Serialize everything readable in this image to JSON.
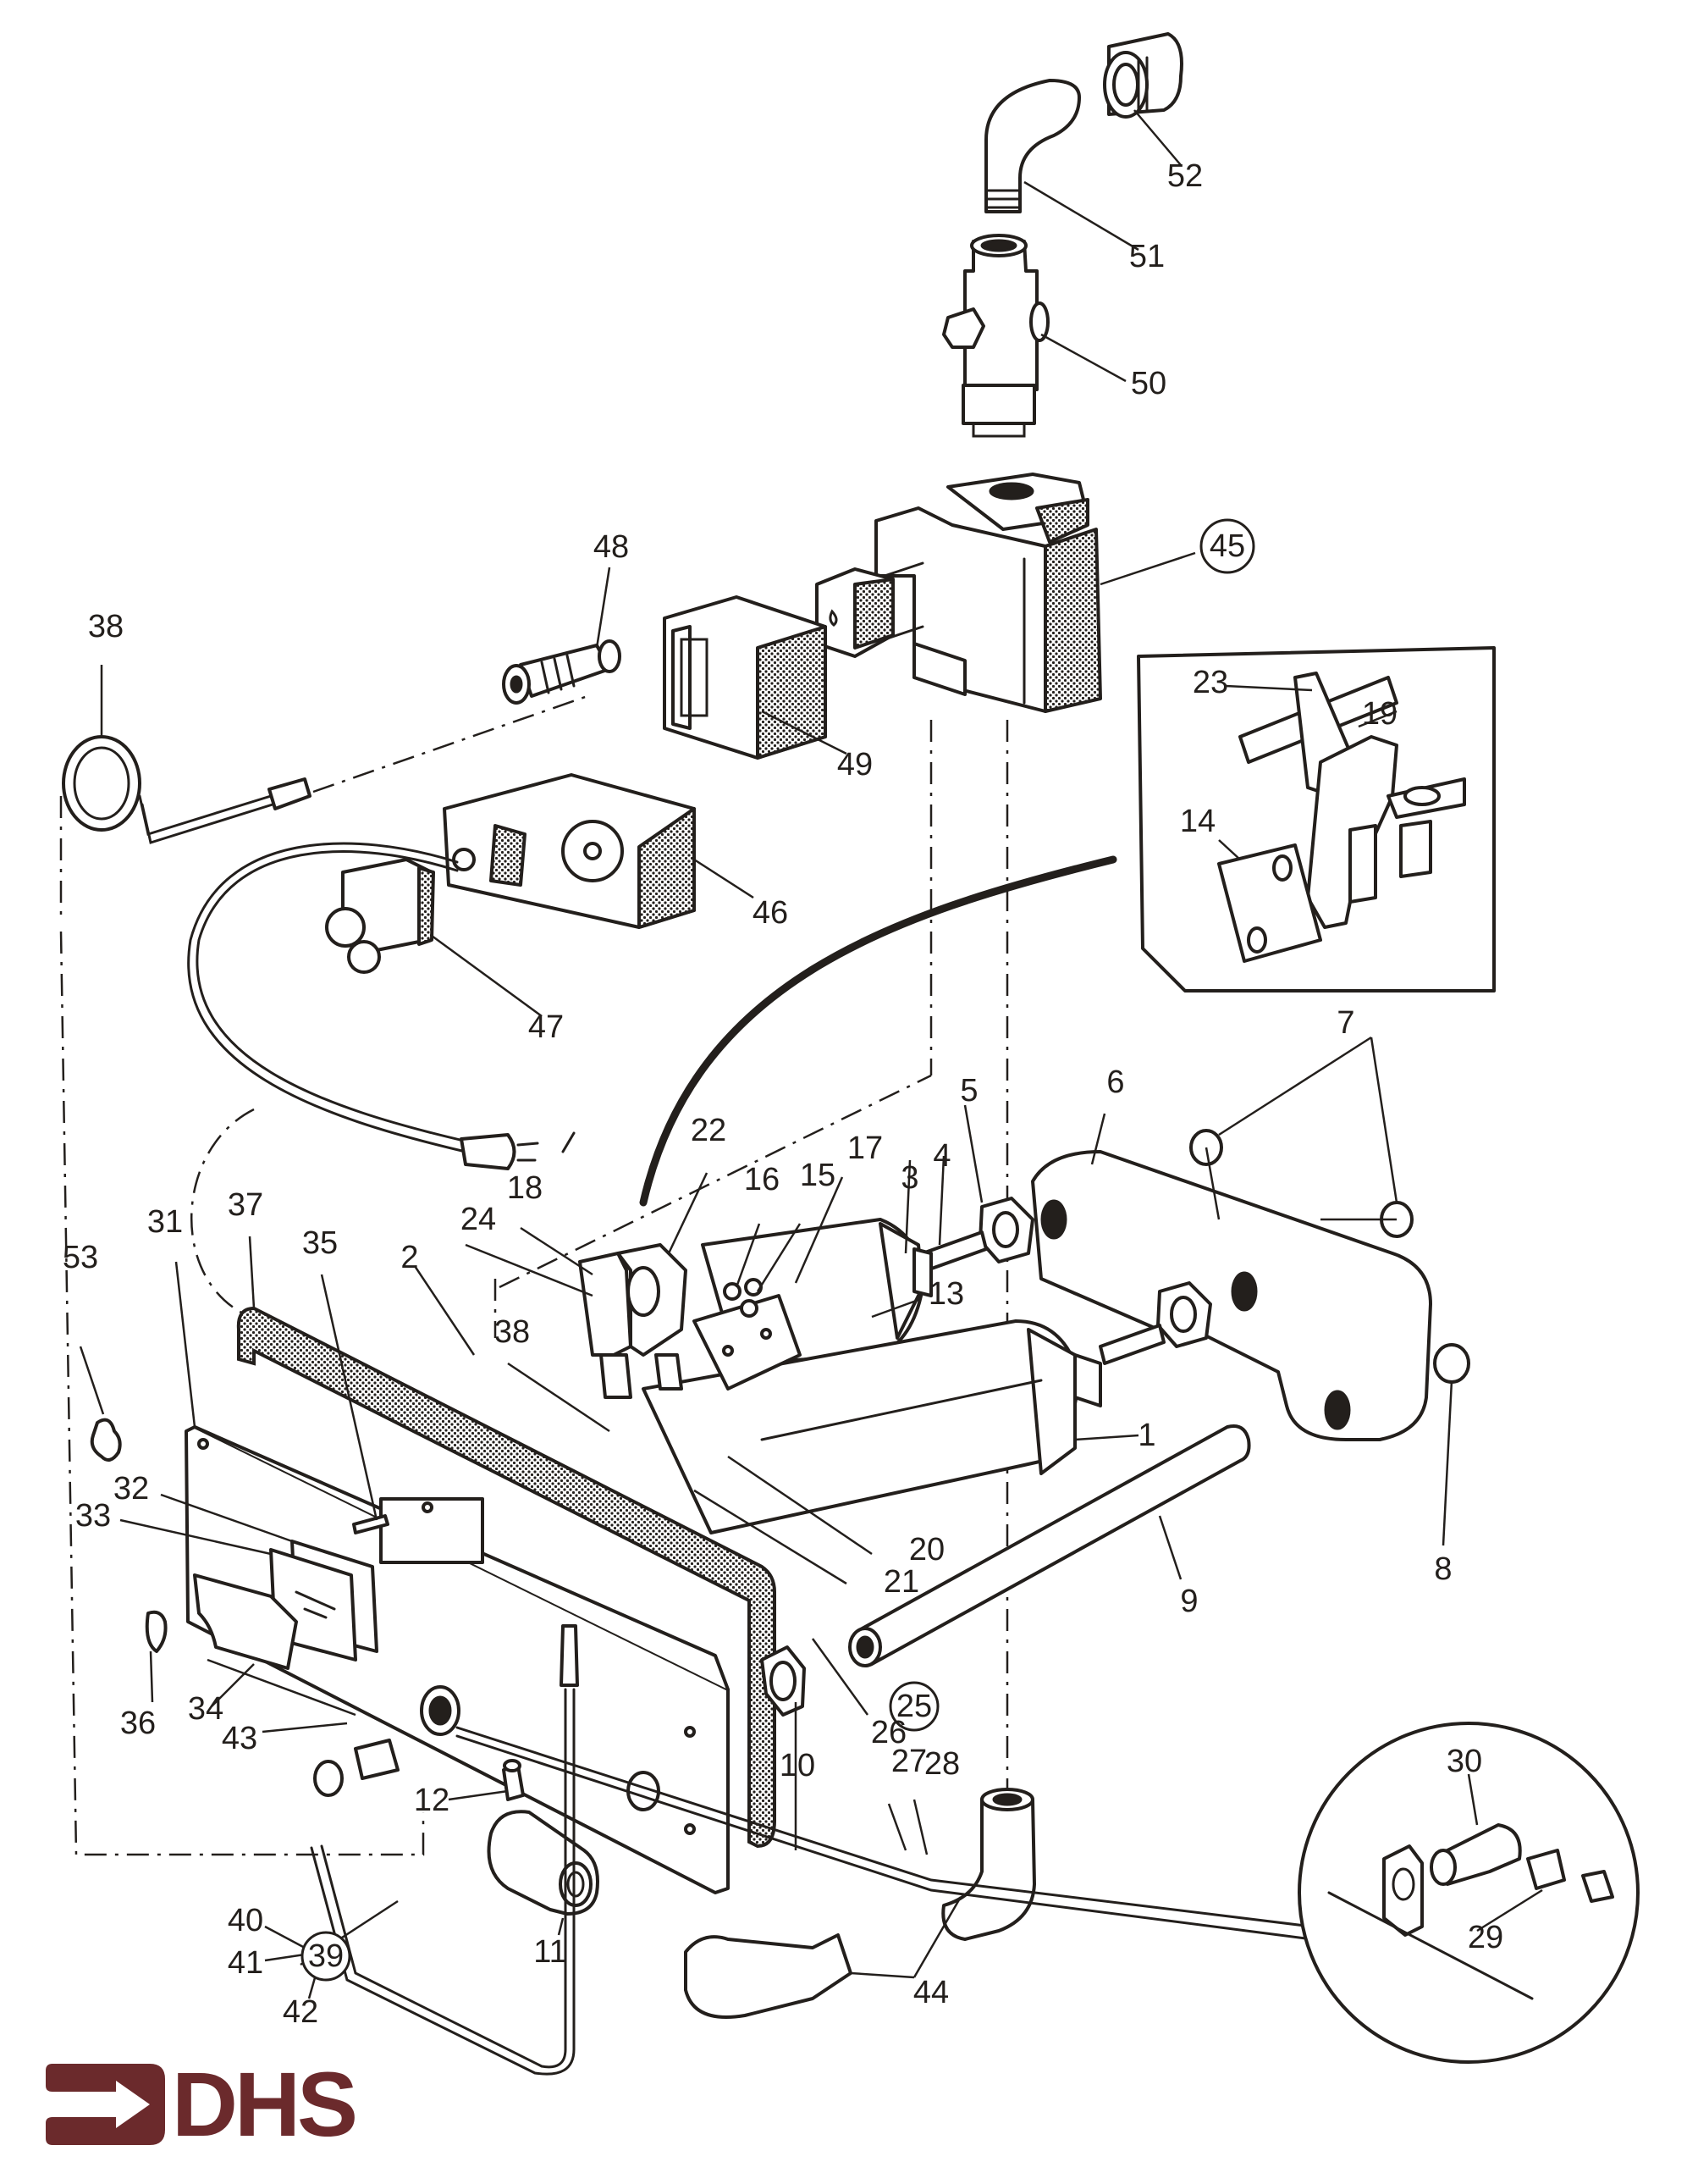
{
  "document": {
    "type": "exploded parts diagram",
    "subject": "gas burner / control valve assembly"
  },
  "brand": {
    "name": "DHS",
    "color": "#6b2a2c"
  },
  "colors": {
    "ink": "#231f1c",
    "paper": "#ffffff"
  },
  "parts": [
    {
      "id": "1",
      "label": "1",
      "circled": false
    },
    {
      "id": "2",
      "label": "2",
      "circled": false
    },
    {
      "id": "3",
      "label": "3",
      "circled": false
    },
    {
      "id": "4",
      "label": "4",
      "circled": false
    },
    {
      "id": "5",
      "label": "5",
      "circled": false
    },
    {
      "id": "6",
      "label": "6",
      "circled": false
    },
    {
      "id": "7",
      "label": "7",
      "circled": false
    },
    {
      "id": "8",
      "label": "8",
      "circled": false
    },
    {
      "id": "9",
      "label": "9",
      "circled": false
    },
    {
      "id": "10",
      "label": "10",
      "circled": false
    },
    {
      "id": "11",
      "label": "11",
      "circled": false
    },
    {
      "id": "12",
      "label": "12",
      "circled": false
    },
    {
      "id": "13",
      "label": "13",
      "circled": false
    },
    {
      "id": "14",
      "label": "14",
      "circled": false
    },
    {
      "id": "15",
      "label": "15",
      "circled": false
    },
    {
      "id": "16",
      "label": "16",
      "circled": false
    },
    {
      "id": "17",
      "label": "17",
      "circled": false
    },
    {
      "id": "18",
      "label": "18",
      "circled": false
    },
    {
      "id": "19",
      "label": "19",
      "circled": false
    },
    {
      "id": "20",
      "label": "20",
      "circled": false
    },
    {
      "id": "21",
      "label": "21",
      "circled": false
    },
    {
      "id": "22",
      "label": "22",
      "circled": false
    },
    {
      "id": "23",
      "label": "23",
      "circled": false
    },
    {
      "id": "24",
      "label": "24",
      "circled": false
    },
    {
      "id": "25",
      "label": "25",
      "circled": true
    },
    {
      "id": "26",
      "label": "26",
      "circled": false
    },
    {
      "id": "27",
      "label": "27",
      "circled": false
    },
    {
      "id": "28",
      "label": "28",
      "circled": false
    },
    {
      "id": "29",
      "label": "29",
      "circled": false
    },
    {
      "id": "30",
      "label": "30",
      "circled": false
    },
    {
      "id": "31",
      "label": "31",
      "circled": false
    },
    {
      "id": "32",
      "label": "32",
      "circled": false
    },
    {
      "id": "33",
      "label": "33",
      "circled": false
    },
    {
      "id": "34",
      "label": "34",
      "circled": false
    },
    {
      "id": "35",
      "label": "35",
      "circled": false
    },
    {
      "id": "36",
      "label": "36",
      "circled": false
    },
    {
      "id": "37",
      "label": "37",
      "circled": false
    },
    {
      "id": "38a",
      "label": "38",
      "circled": false
    },
    {
      "id": "38b",
      "label": "38",
      "circled": false
    },
    {
      "id": "39",
      "label": "39",
      "circled": true
    },
    {
      "id": "40",
      "label": "40",
      "circled": false
    },
    {
      "id": "41",
      "label": "41",
      "circled": false
    },
    {
      "id": "42",
      "label": "42",
      "circled": false
    },
    {
      "id": "43",
      "label": "43",
      "circled": false
    },
    {
      "id": "44",
      "label": "44",
      "circled": false
    },
    {
      "id": "45",
      "label": "45",
      "circled": true
    },
    {
      "id": "46",
      "label": "46",
      "circled": false
    },
    {
      "id": "47",
      "label": "47",
      "circled": false
    },
    {
      "id": "48",
      "label": "48",
      "circled": false
    },
    {
      "id": "49",
      "label": "49",
      "circled": false
    },
    {
      "id": "50",
      "label": "50",
      "circled": false
    },
    {
      "id": "51",
      "label": "51",
      "circled": false
    },
    {
      "id": "52",
      "label": "52",
      "circled": false
    },
    {
      "id": "53",
      "label": "53",
      "circled": false
    }
  ],
  "groups": [
    {
      "circled_label": "25",
      "includes": [
        "26",
        "27",
        "28"
      ]
    },
    {
      "circled_label": "39",
      "includes": [
        "40",
        "41",
        "42"
      ]
    },
    {
      "circled_label": "45",
      "includes": []
    }
  ],
  "insets": [
    {
      "name": "pilot-burner-detail",
      "shape": "clipped rectangle",
      "labels": [
        "23",
        "19",
        "14"
      ]
    },
    {
      "name": "elbow-fitting-detail",
      "shape": "circle",
      "labels": [
        "30",
        "29"
      ]
    }
  ]
}
